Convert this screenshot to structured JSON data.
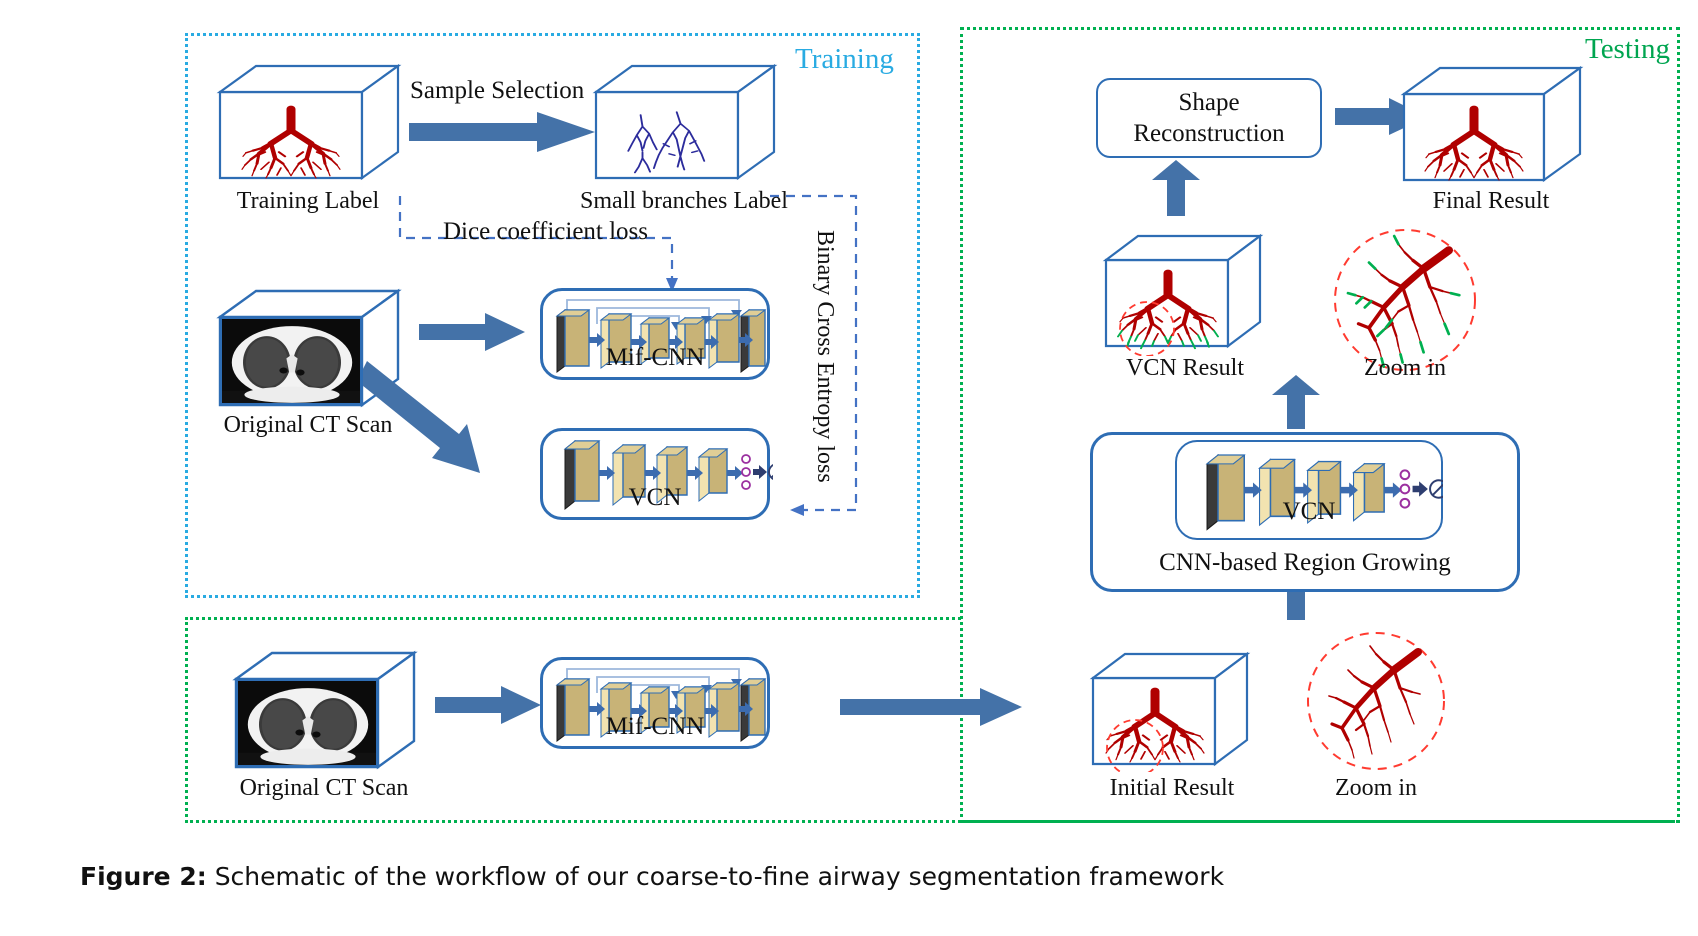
{
  "figure": {
    "label": "Figure 2:",
    "caption": "Schematic of the workflow of our coarse-to-fine airway segmentation framework"
  },
  "panels": {
    "training": {
      "label": "Training",
      "color": "#29ABE2"
    },
    "testing": {
      "label": "Testing",
      "color": "#00A550"
    }
  },
  "colors": {
    "arrow_blue": "#4472A8",
    "cube_edge": "#2E6DB4",
    "airway_red": "#C00000",
    "small_branch_blue": "#2C2C9C",
    "missing_green": "#00B050",
    "dashed_blue": "#4472C4",
    "slab_tan": "#C8B377",
    "slab_light": "#F2E3B0",
    "node_purple": "#9B30A0"
  },
  "training_flow": {
    "training_label": "Training Label",
    "sample_selection": "Sample Selection",
    "small_branches_label": "Small branches Label",
    "dice_loss": "Dice coefficient loss",
    "bce_loss": "Binary Cross Entropy loss",
    "original_ct": "Original CT Scan",
    "mif_cnn": "Mif-CNN",
    "vcn": "VCN"
  },
  "testing_flow": {
    "original_ct": "Original CT Scan",
    "mif_cnn": "Mif-CNN",
    "initial_result": "Initial Result",
    "zoom_in_initial": "Zoom in",
    "region_growing": "CNN-based Region Growing",
    "vcn": "VCN",
    "vcn_result": "VCN Result",
    "zoom_in_vcn": "Zoom in",
    "shape_reconstruction_line1": "Shape",
    "shape_reconstruction_line2": "Reconstruction",
    "final_result": "Final Result"
  },
  "icons": {
    "cube": "cube-icon",
    "right_arrow": "right-arrow-icon",
    "up_arrow": "up-arrow-icon",
    "diagonal_arrow": "diagonal-arrow-icon",
    "conv_slab": "conv-slab-icon",
    "dashed_circle": "dashed-circle-icon",
    "output_node": "crossed-circle-icon"
  }
}
